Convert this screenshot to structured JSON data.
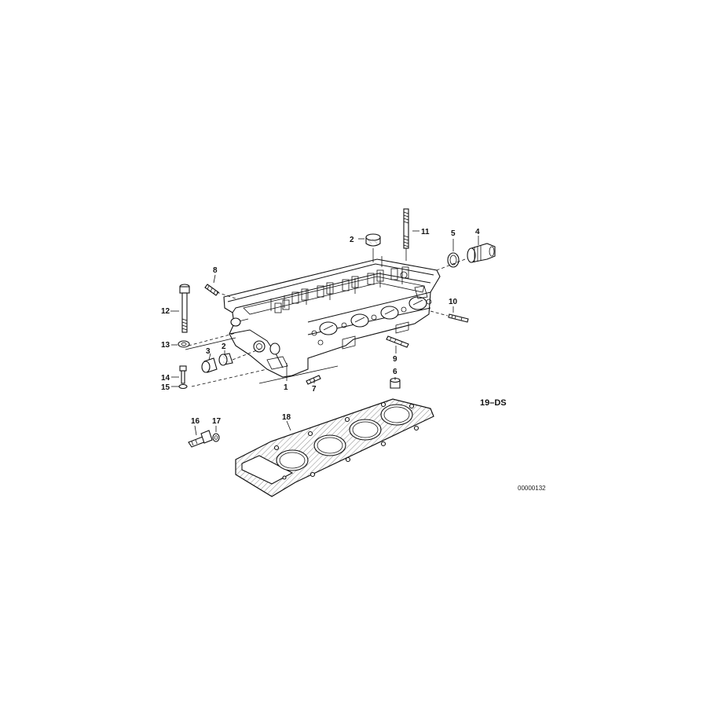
{
  "diagram": {
    "callouts": [
      "1",
      "2",
      "2",
      "3",
      "4",
      "5",
      "6",
      "7",
      "8",
      "9",
      "10",
      "11",
      "12",
      "13",
      "14",
      "15",
      "16",
      "17",
      "18"
    ],
    "group_label": "19–DS",
    "reference_code": "00000132"
  },
  "colors": {
    "ink": "#111111",
    "background": "#ffffff"
  }
}
